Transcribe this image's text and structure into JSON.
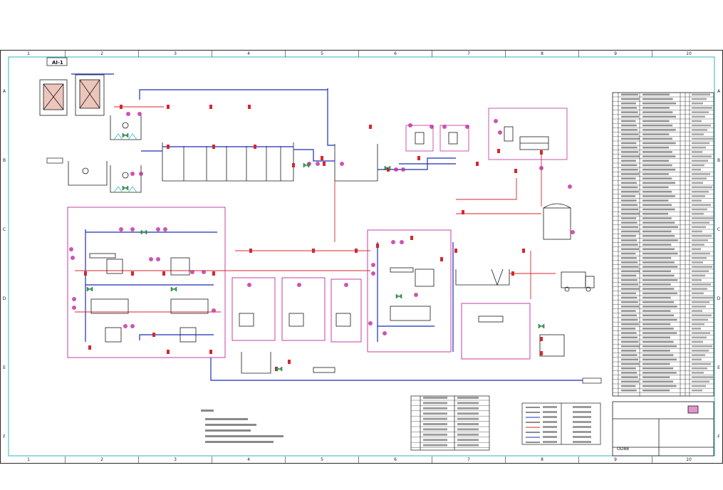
{
  "drawing": {
    "sheet_tag": "AI-1",
    "sheet_code": "OD88",
    "grid_columns": [
      "1",
      "2",
      "3",
      "4",
      "5",
      "6",
      "7",
      "8",
      "9",
      "10"
    ],
    "grid_rows": [
      "A",
      "B",
      "C",
      "D",
      "E",
      "F"
    ]
  },
  "colors": {
    "frame": "#2a2a2a",
    "border_inner": "#2bb5c4",
    "process_line": "#1a2fb8",
    "utility_line": "#d8262c",
    "equipment": "#1a1a1a",
    "zone": "#c02b9e",
    "accent": "#9b2bb5"
  }
}
